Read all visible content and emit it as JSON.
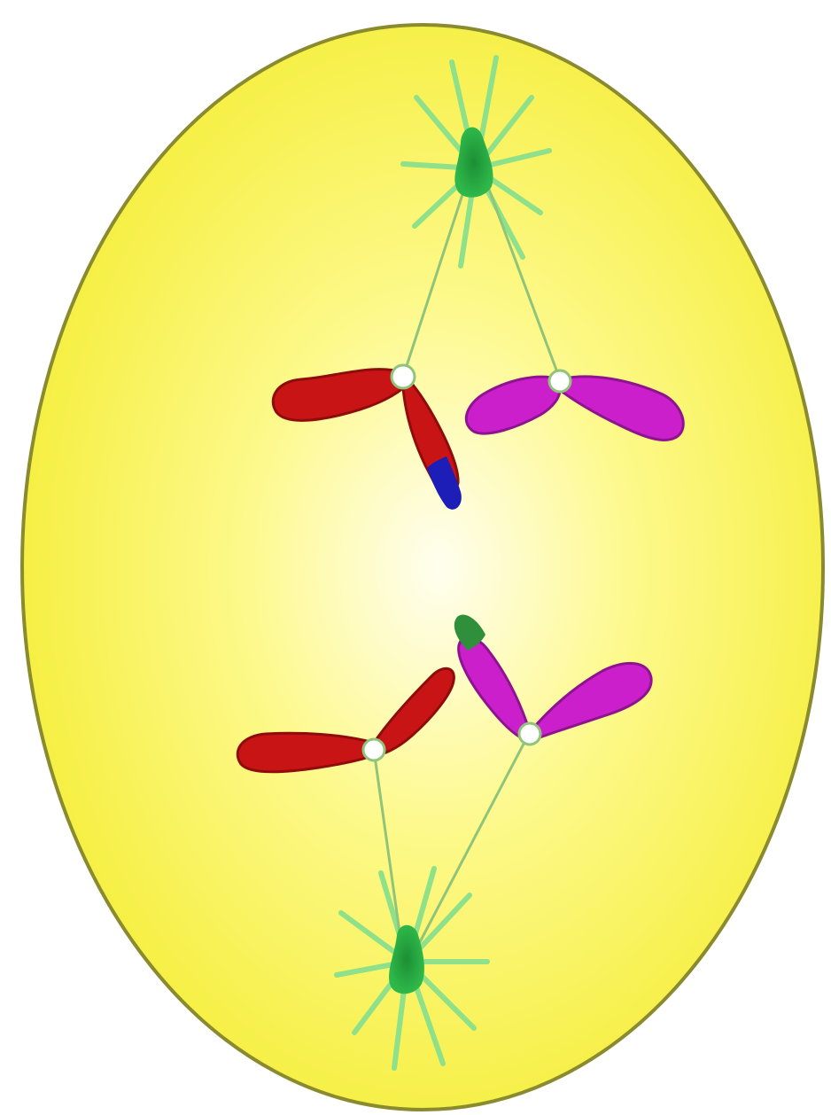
{
  "colors": {
    "background": "#ffffff",
    "cytoplasm_center": "#fffef0",
    "cytoplasm_mid": "#fdf98a",
    "cytoplasm_edge": "#f5ee3c",
    "cell_membrane": "#8a8a2e",
    "aster_ray": "#8ee08a",
    "centrosome": "#2fb84a",
    "centrosome_dark": "#1c8f34",
    "spindle_fiber": "#8fc47a",
    "chromosome_red": "#c81414",
    "chromosome_red_dark": "#8f0c0c",
    "chromosome_magenta": "#cc1fcc",
    "chromosome_magenta_dark": "#8e138e",
    "crossover_blue": "#1d1db8",
    "crossover_green": "#2f8f3a",
    "centromere": "#ffffff",
    "centromere_ring": "#8fc47a"
  },
  "cell": {
    "shape": "ellipse",
    "label": ""
  },
  "centrosomes": [
    {
      "name": "top-centrosome",
      "pole": "top"
    },
    {
      "name": "bottom-centrosome",
      "pole": "bottom"
    }
  ],
  "chromosomes": [
    {
      "name": "red-chromosome-upper",
      "color": "red",
      "crossover_segment": "blue"
    },
    {
      "name": "magenta-chromosome-upper",
      "color": "magenta",
      "crossover_segment": "none"
    },
    {
      "name": "red-chromosome-lower",
      "color": "red",
      "crossover_segment": "none"
    },
    {
      "name": "magenta-chromosome-lower",
      "color": "magenta",
      "crossover_segment": "green"
    }
  ]
}
